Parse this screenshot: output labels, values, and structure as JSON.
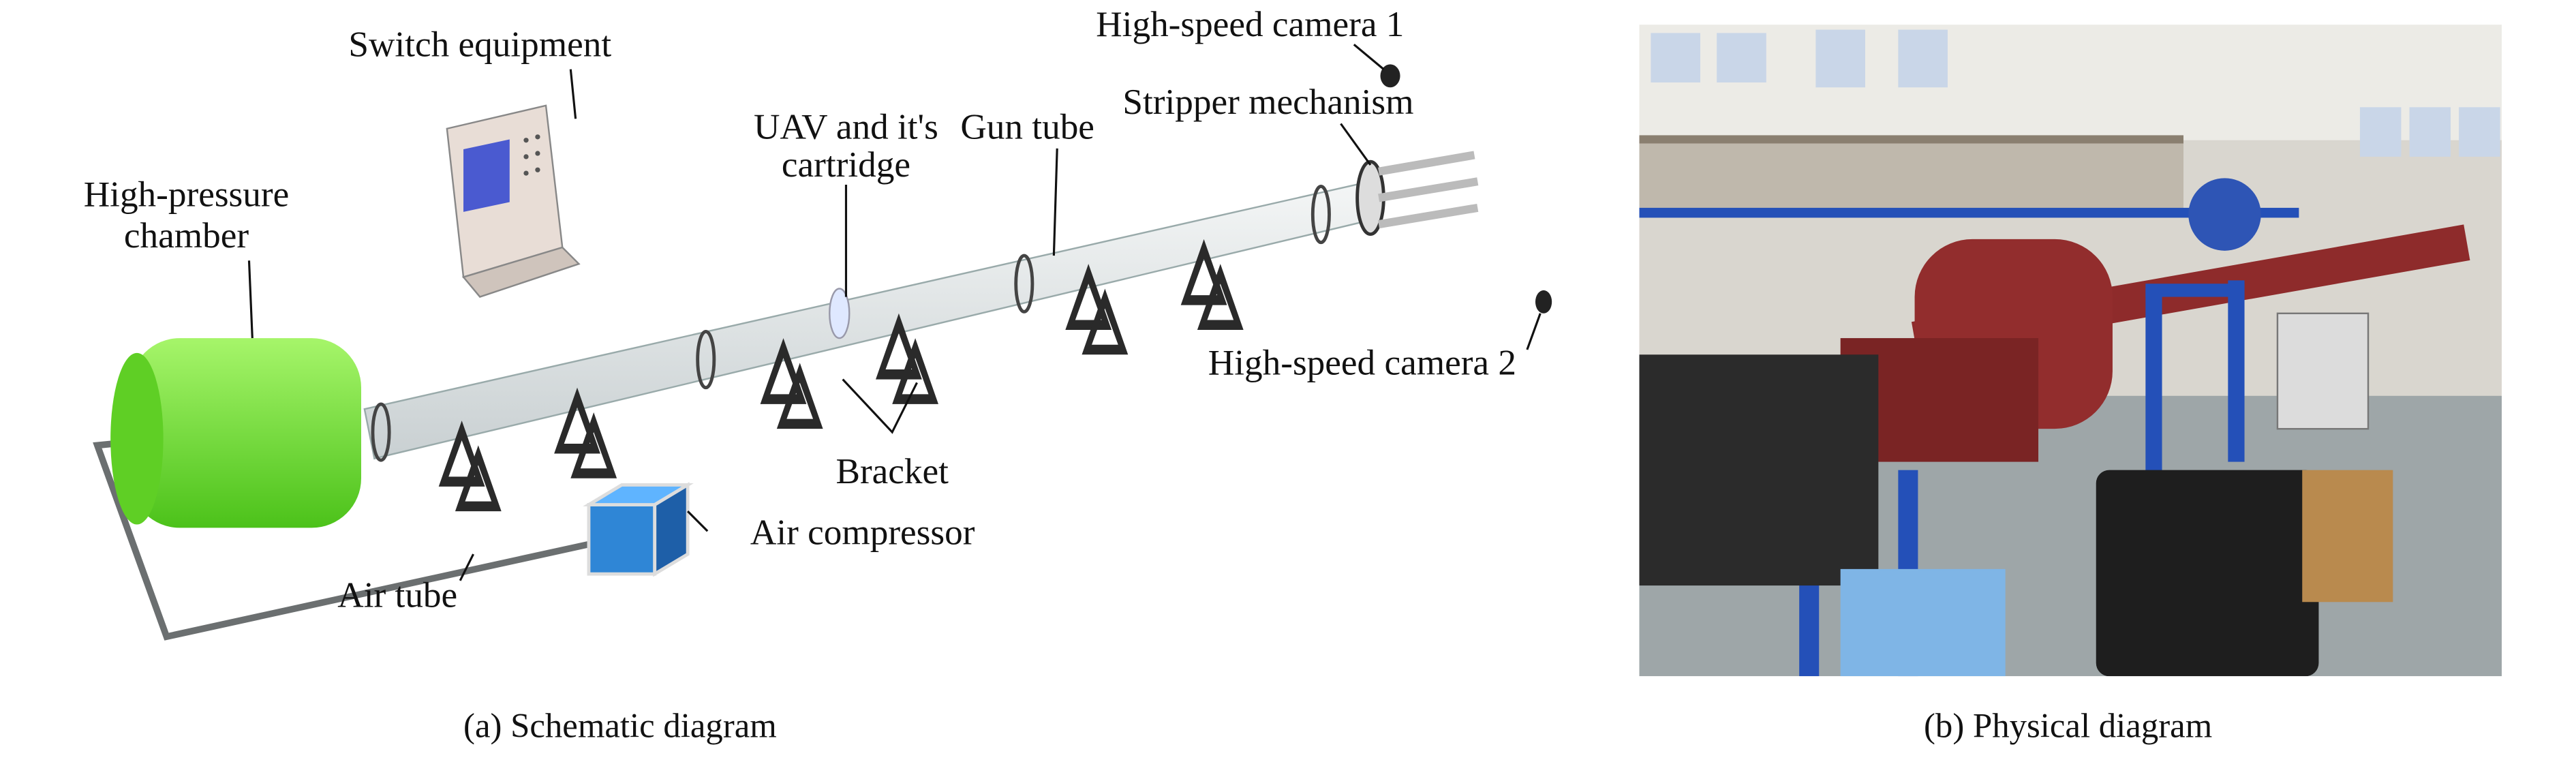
{
  "panel_a": {
    "caption": "(a) Schematic diagram",
    "labels": {
      "camera1": "High-speed camera 1",
      "switch": "Switch equipment",
      "stripper": "Stripper mechanism",
      "uav_line1": "UAV and it's",
      "uav_line2": "cartridge",
      "gun_tube": "Gun tube",
      "chamber_line1": "High-pressure",
      "chamber_line2": "chamber",
      "camera2": "High-speed camera 2",
      "bracket": "Bracket",
      "compressor": "Air compressor",
      "air_tube": "Air tube"
    },
    "colors": {
      "chamber": "#7ee03a",
      "compressor": "#2f86d6",
      "screen": "#4a5ad0",
      "bracket": "#2a2a2a"
    }
  },
  "panel_b": {
    "caption": "(b) Physical diagram",
    "colors": {
      "tube": "#8e2b2b",
      "frame": "#2450b8",
      "floor": "#9ea6a8"
    }
  }
}
